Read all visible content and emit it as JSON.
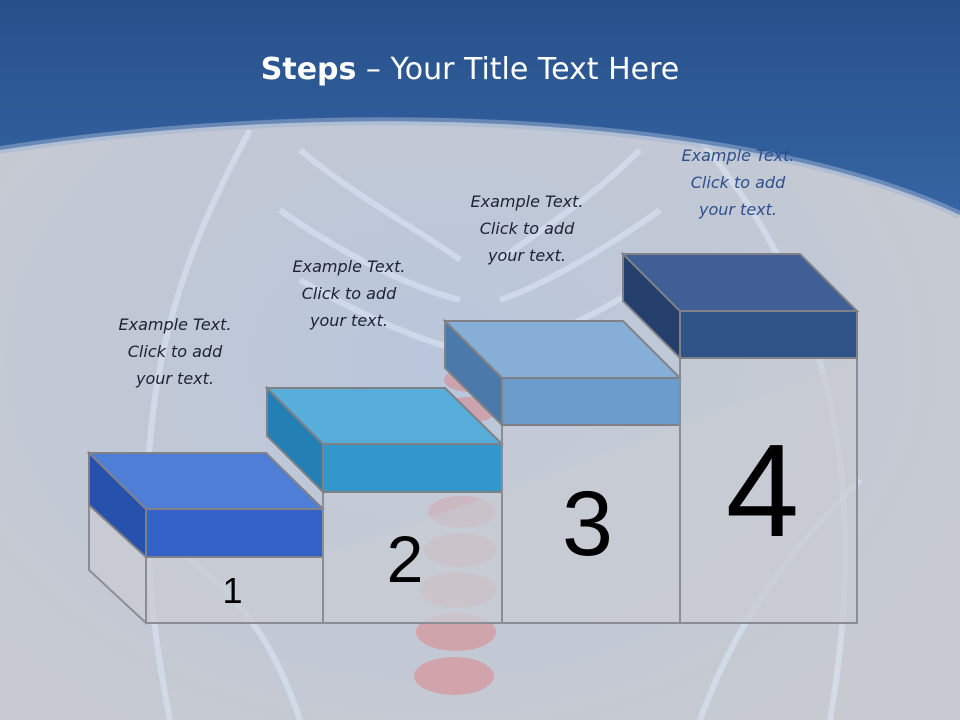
{
  "slide": {
    "title_bold": "Steps",
    "title_rest": " – Your Title Text Here"
  },
  "steps": [
    {
      "number": "1",
      "caption": [
        "Example Text.",
        "Click  to add",
        "your text."
      ]
    },
    {
      "number": "2",
      "caption": [
        "Example Text.",
        "Click  to add",
        "your text."
      ]
    },
    {
      "number": "3",
      "caption": [
        "Example Text.",
        "Click  to add",
        "your text."
      ]
    },
    {
      "number": "4",
      "caption": [
        "Example Text.",
        "Click  to add",
        "your text."
      ]
    }
  ],
  "colors": {
    "header": "#2f5a94",
    "step1": "#3562c9",
    "step2": "#3397cc",
    "step3": "#6b9ccb",
    "step4": "#2f5287"
  }
}
